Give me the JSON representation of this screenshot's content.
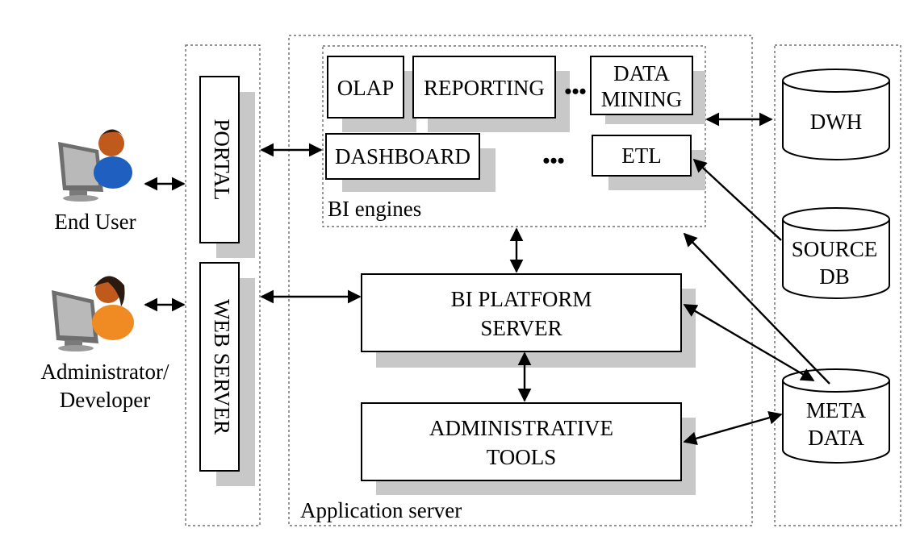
{
  "actors": {
    "end_user": "End User",
    "admin_line1": "Administrator/",
    "admin_line2": "Developer"
  },
  "frontend": {
    "portal": "PORTAL",
    "web_server": "WEB SERVER"
  },
  "app_server": {
    "label": "Application server",
    "bi_engines": {
      "label": "BI engines",
      "olap": "OLAP",
      "reporting": "REPORTING",
      "data_mining_line1": "DATA",
      "data_mining_line2": "MINING",
      "dashboard": "DASHBOARD",
      "etl": "ETL",
      "ellipsis": "•••"
    },
    "bi_platform_line1": "BI PLATFORM",
    "bi_platform_line2": "SERVER",
    "admin_tools_line1": "ADMINISTRATIVE",
    "admin_tools_line2": "TOOLS"
  },
  "data_sources": {
    "dwh": "DWH",
    "source_db_line1": "SOURCE",
    "source_db_line2": "DB",
    "meta_line1": "META",
    "meta_line2": "DATA"
  }
}
